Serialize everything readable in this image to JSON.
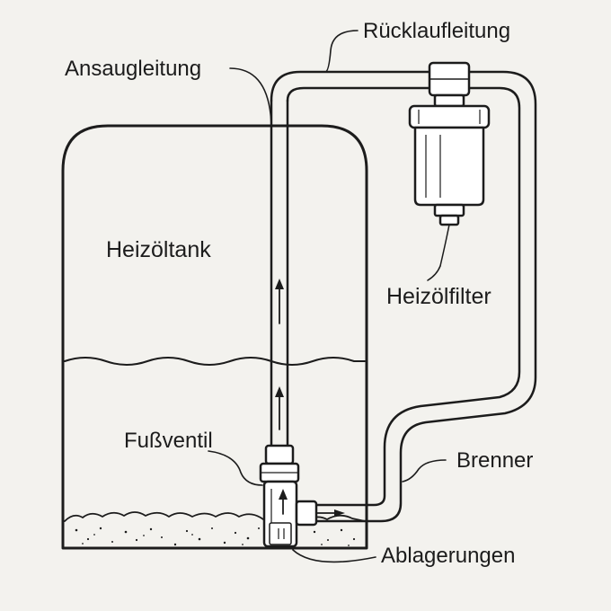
{
  "labels": {
    "tank": "Heizöltank",
    "suction_line": "Ansaugleitung",
    "return_line": "Rücklaufleitung",
    "filter": "Heizölfilter",
    "foot_valve": "Fußventil",
    "burner": "Brenner",
    "deposits": "Ablagerungen"
  },
  "colors": {
    "background": "#f3f2ee",
    "ink": "#1c1c1c",
    "fill": "#ffffff"
  }
}
